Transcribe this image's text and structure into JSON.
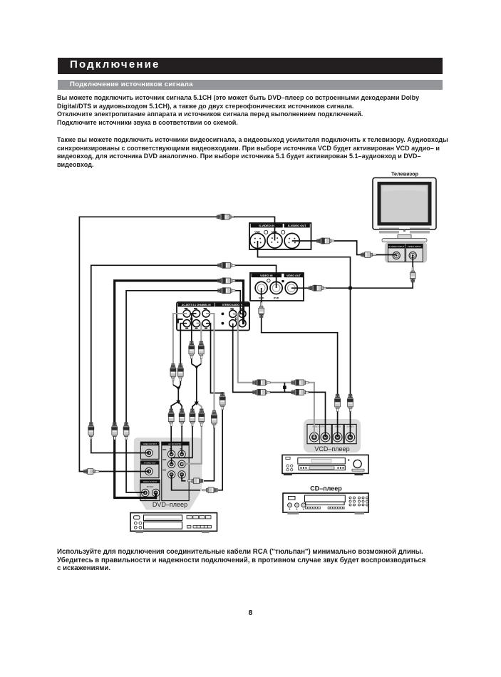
{
  "page": {
    "title_bar": "Подключение",
    "subtitle_bar": "Подключение источников сигнала",
    "paragraph1": {
      "lines": [
        "Вы можете подключить источник сигнала 5.1CH (это может быть DVD–плеер со встроенными декодерами Dolby",
        "Digital/DTS и аудиовыходом 5.1CH), а также до двух стереофонических источников сигнала.",
        "Отключите электропитание аппарата и источников сигнала перед выполнением подключений.",
        "Подключите источники звука в соответствии со схемой."
      ]
    },
    "paragraph2": {
      "lines": [
        "Также вы можете подключить источники видеосигнала, а видеовыход усилителя подключить к телевизору. Аудиовходы",
        "синхронизированы с соответствующими видеовходами. При выборе источника VCD будет активирован VCD аудио– и",
        "видеовход, для источника DVD аналогично. При выборе источника 5.1 будет активирован 5.1–аудиовход и DVD–",
        "видеовход."
      ]
    },
    "paragraph3": {
      "lines": [
        "Используйте для подключения соединительные кабели RCA (\"тюльпан\") минимально возможной длины.",
        "Убедитесь в правильности и надежности подключений, в противном случае звук будет воспроизводиться",
        "с искажениями."
      ]
    },
    "page_number": "8"
  },
  "diagram": {
    "tv": {
      "label": "Телевизор",
      "svideo_input": "S-VIDEO INPUT",
      "video_input": "VIDEO INPUT"
    },
    "svideo_panel": {
      "in_header": "S-VIDEO IN",
      "out_header": "S-VIDEO OUT",
      "jack1_label": "VCD",
      "jack2_label": "DVD"
    },
    "video_panel": {
      "in_header": "VIDEO IN",
      "out_header": "VIDEO OUT",
      "jack1_label": "VCD",
      "jack2_label": "DVD"
    },
    "amp_panel": {
      "left_header": "AC-3/DTS 5.1 CHANNEL IN",
      "right_header": "STEREO AUDIO IN"
    },
    "dvd_player": {
      "label": "DVD–плеер",
      "video_output": "VIDEO OUTPUT",
      "svideo_out": "S-VIDEO OUT",
      "audio_output_mixed": "AUDIO OUTPUT",
      "mixed": "MIXED",
      "mixed_l": "L",
      "mixed_r": "R",
      "audio_output_51": "AUDIO OUTPUT"
    },
    "vcd_player": {
      "label": "VCD–плеер",
      "audio_header": "AUDIO OUTPUT",
      "jack_l": "L",
      "jack_r": "R",
      "video_header": "VIDEO",
      "svideo_header": "S-VIDEO"
    },
    "cd_player": {
      "label": "CD–плеер"
    }
  }
}
